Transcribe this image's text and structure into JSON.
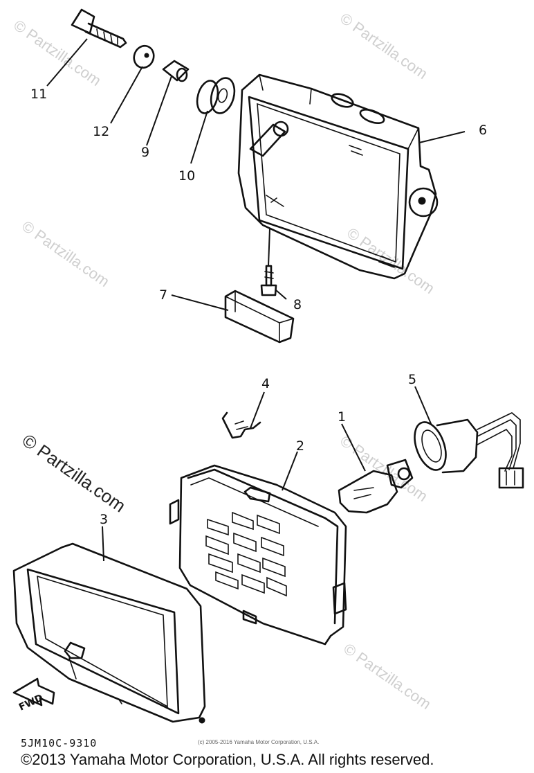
{
  "callouts": {
    "c1": "1",
    "c2": "2",
    "c3": "3",
    "c4": "4",
    "c5": "5",
    "c6": "6",
    "c7": "7",
    "c8": "8",
    "c9": "9",
    "c10": "10",
    "c11": "11",
    "c12": "12"
  },
  "watermarks": {
    "wm1": "© Partzilla.com",
    "wm2": "© Partzilla.com",
    "wm3": "© Partzilla.com",
    "wm4": "© Partzilla.com",
    "wm5": "© Partzilla.com",
    "wm6": "© Partzilla.com",
    "wm_main": "© Partzilla.com"
  },
  "fwd_label": "FWD",
  "drawing_code": "5JM10C-9310",
  "small_copyright": "(c) 2005-2016 Yamaha Motor Corporation, U.S.A.",
  "copyright": "©2013 Yamaha Motor Corporation, U.S.A. All rights reserved."
}
